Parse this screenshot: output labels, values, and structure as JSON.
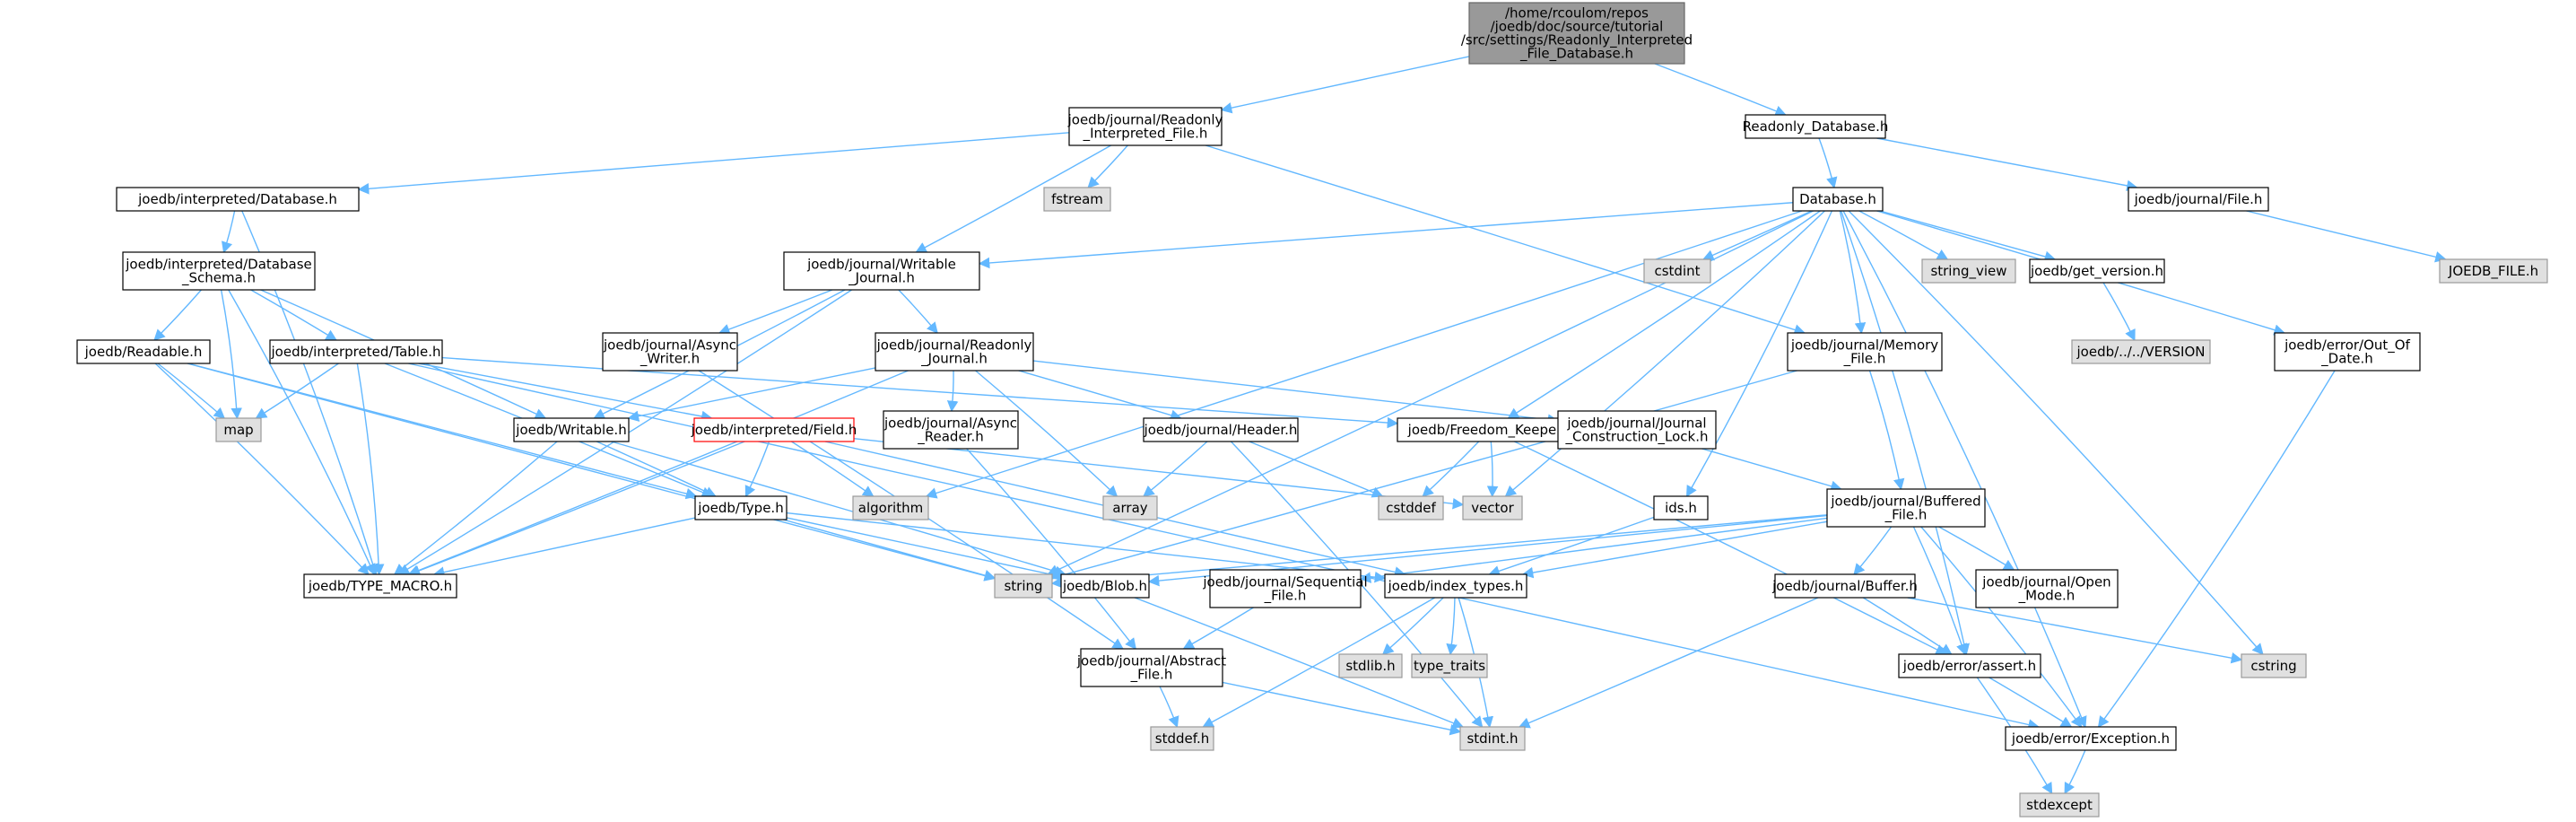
{
  "colors": {
    "edge": "#63b8ff",
    "node_border": "#000000",
    "root_fill": "#999999",
    "root_border": "#666666",
    "system_fill": "#e0e0e0",
    "system_border": "#999999",
    "highlight_border": "#ff0000",
    "default_fill": "#ffffff"
  },
  "nodes": [
    {
      "id": "root",
      "lines": [
        "/home/rcoulom/repos",
        "/joedb/doc/source/tutorial",
        "/src/settings/Readonly_Interpreted",
        "_File_Database.h"
      ],
      "kind": "root"
    },
    {
      "id": "ro_interp_file",
      "lines": [
        "joedb/journal/Readonly",
        "_Interpreted_File.h"
      ],
      "kind": "normal"
    },
    {
      "id": "ro_database",
      "lines": [
        "Readonly_Database.h"
      ],
      "kind": "normal"
    },
    {
      "id": "interp_database",
      "lines": [
        "joedb/interpreted/Database.h"
      ],
      "kind": "normal"
    },
    {
      "id": "fstream",
      "lines": [
        "fstream"
      ],
      "kind": "system"
    },
    {
      "id": "database",
      "lines": [
        "Database.h"
      ],
      "kind": "normal"
    },
    {
      "id": "journal_file",
      "lines": [
        "joedb/journal/File.h"
      ],
      "kind": "normal"
    },
    {
      "id": "joedb_file",
      "lines": [
        "JOEDB_FILE.h"
      ],
      "kind": "system"
    },
    {
      "id": "db_schema",
      "lines": [
        "joedb/interpreted/Database",
        "_Schema.h"
      ],
      "kind": "normal"
    },
    {
      "id": "writable_journal",
      "lines": [
        "joedb/journal/Writable",
        "_Journal.h"
      ],
      "kind": "normal"
    },
    {
      "id": "cstdint",
      "lines": [
        "cstdint"
      ],
      "kind": "system"
    },
    {
      "id": "string_view",
      "lines": [
        "string_view"
      ],
      "kind": "system"
    },
    {
      "id": "get_version",
      "lines": [
        "joedb/get_version.h"
      ],
      "kind": "normal"
    },
    {
      "id": "version",
      "lines": [
        "joedb/../../VERSION"
      ],
      "kind": "system"
    },
    {
      "id": "readable",
      "lines": [
        "joedb/Readable.h"
      ],
      "kind": "normal"
    },
    {
      "id": "table",
      "lines": [
        "joedb/interpreted/Table.h"
      ],
      "kind": "normal"
    },
    {
      "id": "async_writer",
      "lines": [
        "joedb/journal/Async",
        "_Writer.h"
      ],
      "kind": "normal"
    },
    {
      "id": "readonly_journal",
      "lines": [
        "joedb/journal/Readonly",
        "_Journal.h"
      ],
      "kind": "normal"
    },
    {
      "id": "memory_file",
      "lines": [
        "joedb/journal/Memory",
        "_File.h"
      ],
      "kind": "normal"
    },
    {
      "id": "out_of_date",
      "lines": [
        "joedb/error/Out_Of",
        "_Date.h"
      ],
      "kind": "normal"
    },
    {
      "id": "map",
      "lines": [
        "map"
      ],
      "kind": "system"
    },
    {
      "id": "writable",
      "lines": [
        "joedb/Writable.h"
      ],
      "kind": "normal"
    },
    {
      "id": "field",
      "lines": [
        "joedb/interpreted/Field.h"
      ],
      "kind": "highlight"
    },
    {
      "id": "async_reader",
      "lines": [
        "joedb/journal/Async",
        "_Reader.h"
      ],
      "kind": "normal"
    },
    {
      "id": "header",
      "lines": [
        "joedb/journal/Header.h"
      ],
      "kind": "normal"
    },
    {
      "id": "freedom_keeper",
      "lines": [
        "joedb/Freedom_Keeper.h"
      ],
      "kind": "normal"
    },
    {
      "id": "construction_lock",
      "lines": [
        "joedb/journal/Journal",
        "_Construction_Lock.h"
      ],
      "kind": "normal"
    },
    {
      "id": "algorithm",
      "lines": [
        "algorithm"
      ],
      "kind": "system"
    },
    {
      "id": "array",
      "lines": [
        "array"
      ],
      "kind": "system"
    },
    {
      "id": "cstddef",
      "lines": [
        "cstddef"
      ],
      "kind": "system"
    },
    {
      "id": "vector",
      "lines": [
        "vector"
      ],
      "kind": "system"
    },
    {
      "id": "ids",
      "lines": [
        "ids.h"
      ],
      "kind": "normal"
    },
    {
      "id": "buffered_file",
      "lines": [
        "joedb/journal/Buffered",
        "_File.h"
      ],
      "kind": "normal"
    },
    {
      "id": "type",
      "lines": [
        "joedb/Type.h"
      ],
      "kind": "normal"
    },
    {
      "id": "string",
      "lines": [
        "string"
      ],
      "kind": "system"
    },
    {
      "id": "blob",
      "lines": [
        "joedb/Blob.h"
      ],
      "kind": "normal"
    },
    {
      "id": "type_macro",
      "lines": [
        "joedb/TYPE_MACRO.h"
      ],
      "kind": "normal"
    },
    {
      "id": "sequential_file",
      "lines": [
        "joedb/journal/Sequential",
        "_File.h"
      ],
      "kind": "normal"
    },
    {
      "id": "index_types",
      "lines": [
        "joedb/index_types.h"
      ],
      "kind": "normal"
    },
    {
      "id": "buffer",
      "lines": [
        "joedb/journal/Buffer.h"
      ],
      "kind": "normal"
    },
    {
      "id": "open_mode",
      "lines": [
        "joedb/journal/Open",
        "_Mode.h"
      ],
      "kind": "normal"
    },
    {
      "id": "cstring",
      "lines": [
        "cstring"
      ],
      "kind": "system"
    },
    {
      "id": "stdlib",
      "lines": [
        "stdlib.h"
      ],
      "kind": "system"
    },
    {
      "id": "type_traits",
      "lines": [
        "type_traits"
      ],
      "kind": "system"
    },
    {
      "id": "abstract_file",
      "lines": [
        "joedb/journal/Abstract",
        "_File.h"
      ],
      "kind": "normal"
    },
    {
      "id": "assert",
      "lines": [
        "joedb/error/assert.h"
      ],
      "kind": "normal"
    },
    {
      "id": "stddef",
      "lines": [
        "stddef.h"
      ],
      "kind": "system"
    },
    {
      "id": "stdint",
      "lines": [
        "stdint.h"
      ],
      "kind": "system"
    },
    {
      "id": "exception",
      "lines": [
        "joedb/error/Exception.h"
      ],
      "kind": "normal"
    },
    {
      "id": "stdexcept",
      "lines": [
        "stdexcept"
      ],
      "kind": "system"
    }
  ],
  "edges": [
    [
      "root",
      "ro_interp_file"
    ],
    [
      "root",
      "ro_database"
    ],
    [
      "ro_interp_file",
      "interp_database"
    ],
    [
      "ro_interp_file",
      "fstream"
    ],
    [
      "ro_interp_file",
      "writable_journal"
    ],
    [
      "ro_interp_file",
      "memory_file"
    ],
    [
      "ro_database",
      "database"
    ],
    [
      "ro_database",
      "journal_file"
    ],
    [
      "journal_file",
      "joedb_file"
    ],
    [
      "interp_database",
      "db_schema"
    ],
    [
      "interp_database",
      "type_macro"
    ],
    [
      "db_schema",
      "readable"
    ],
    [
      "db_schema",
      "table"
    ],
    [
      "db_schema",
      "map"
    ],
    [
      "db_schema",
      "writable"
    ],
    [
      "db_schema",
      "type_macro"
    ],
    [
      "database",
      "writable_journal"
    ],
    [
      "database",
      "cstdint"
    ],
    [
      "database",
      "string_view"
    ],
    [
      "database",
      "get_version"
    ],
    [
      "database",
      "memory_file"
    ],
    [
      "database",
      "out_of_date"
    ],
    [
      "database",
      "freedom_keeper"
    ],
    [
      "database",
      "ids"
    ],
    [
      "database",
      "algorithm"
    ],
    [
      "database",
      "vector"
    ],
    [
      "database",
      "string"
    ],
    [
      "database",
      "cstring"
    ],
    [
      "database",
      "assert"
    ],
    [
      "database",
      "exception"
    ],
    [
      "get_version",
      "version"
    ],
    [
      "writable_journal",
      "async_writer"
    ],
    [
      "writable_journal",
      "readonly_journal"
    ],
    [
      "writable_journal",
      "writable"
    ],
    [
      "writable_journal",
      "type_macro"
    ],
    [
      "readable",
      "map"
    ],
    [
      "readable",
      "type"
    ],
    [
      "readable",
      "type_macro"
    ],
    [
      "readable",
      "string"
    ],
    [
      "table",
      "map"
    ],
    [
      "table",
      "field"
    ],
    [
      "table",
      "freedom_keeper"
    ],
    [
      "table",
      "type"
    ],
    [
      "table",
      "type_macro"
    ],
    [
      "table",
      "exception"
    ],
    [
      "async_writer",
      "abstract_file"
    ],
    [
      "readonly_journal",
      "async_reader"
    ],
    [
      "readonly_journal",
      "header"
    ],
    [
      "readonly_journal",
      "construction_lock"
    ],
    [
      "readonly_journal",
      "array"
    ],
    [
      "readonly_journal",
      "writable"
    ],
    [
      "readonly_journal",
      "type_macro"
    ],
    [
      "memory_file",
      "buffered_file"
    ],
    [
      "memory_file",
      "string"
    ],
    [
      "out_of_date",
      "exception"
    ],
    [
      "writable",
      "type"
    ],
    [
      "writable",
      "type_macro"
    ],
    [
      "writable",
      "blob"
    ],
    [
      "field",
      "type"
    ],
    [
      "field",
      "algorithm"
    ],
    [
      "field",
      "vector"
    ],
    [
      "field",
      "type_macro"
    ],
    [
      "field",
      "index_types"
    ],
    [
      "async_reader",
      "abstract_file"
    ],
    [
      "header",
      "array"
    ],
    [
      "header",
      "cstddef"
    ],
    [
      "header",
      "stdint"
    ],
    [
      "freedom_keeper",
      "cstddef"
    ],
    [
      "freedom_keeper",
      "vector"
    ],
    [
      "freedom_keeper",
      "assert"
    ],
    [
      "construction_lock",
      "buffered_file"
    ],
    [
      "ids",
      "index_types"
    ],
    [
      "buffered_file",
      "string"
    ],
    [
      "buffered_file",
      "blob"
    ],
    [
      "buffered_file",
      "sequential_file"
    ],
    [
      "buffered_file",
      "index_types"
    ],
    [
      "buffered_file",
      "buffer"
    ],
    [
      "buffered_file",
      "open_mode"
    ],
    [
      "buffered_file",
      "assert"
    ],
    [
      "buffered_file",
      "exception"
    ],
    [
      "type",
      "string"
    ],
    [
      "type",
      "blob"
    ],
    [
      "type",
      "type_macro"
    ],
    [
      "type",
      "index_types"
    ],
    [
      "blob",
      "stdint"
    ],
    [
      "sequential_file",
      "abstract_file"
    ],
    [
      "index_types",
      "stdlib"
    ],
    [
      "index_types",
      "type_traits"
    ],
    [
      "index_types",
      "stdint"
    ],
    [
      "index_types",
      "stddef"
    ],
    [
      "buffer",
      "cstring"
    ],
    [
      "buffer",
      "assert"
    ],
    [
      "buffer",
      "stdint"
    ],
    [
      "abstract_file",
      "stddef"
    ],
    [
      "abstract_file",
      "stdint"
    ],
    [
      "assert",
      "exception"
    ],
    [
      "assert",
      "stdexcept"
    ],
    [
      "exception",
      "stdexcept"
    ]
  ]
}
